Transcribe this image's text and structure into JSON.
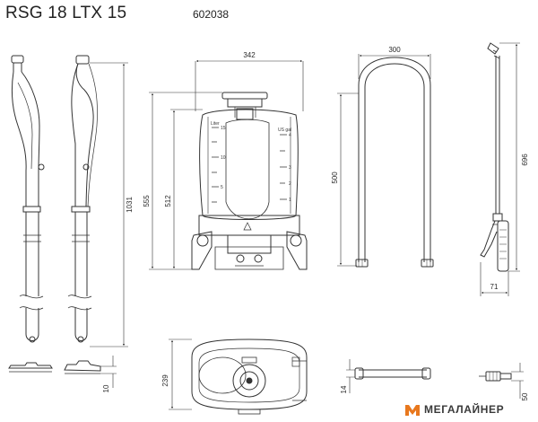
{
  "header": {
    "model": "RSG 18 LTX 15",
    "article_number": "602038"
  },
  "dimensions": {
    "hose_length": "1031",
    "hose_bottom": "10",
    "tank_height_total": "555",
    "tank_height_body": "512",
    "tank_width": "342",
    "tank_depth": "239",
    "frame_width": "300",
    "frame_height": "500",
    "frame_profile": "14",
    "lance_length": "696",
    "lance_handle_width": "71",
    "lance_nozzle": "50"
  },
  "tank_scale": {
    "left_unit": "Liter",
    "right_unit": "US gal",
    "left_marks": [
      "15",
      "10",
      "5"
    ],
    "right_marks": [
      "4",
      "3",
      "2",
      "1"
    ]
  },
  "brand": {
    "name": "МЕГАЛАЙНЕР",
    "logo_color": "#e8781e"
  }
}
